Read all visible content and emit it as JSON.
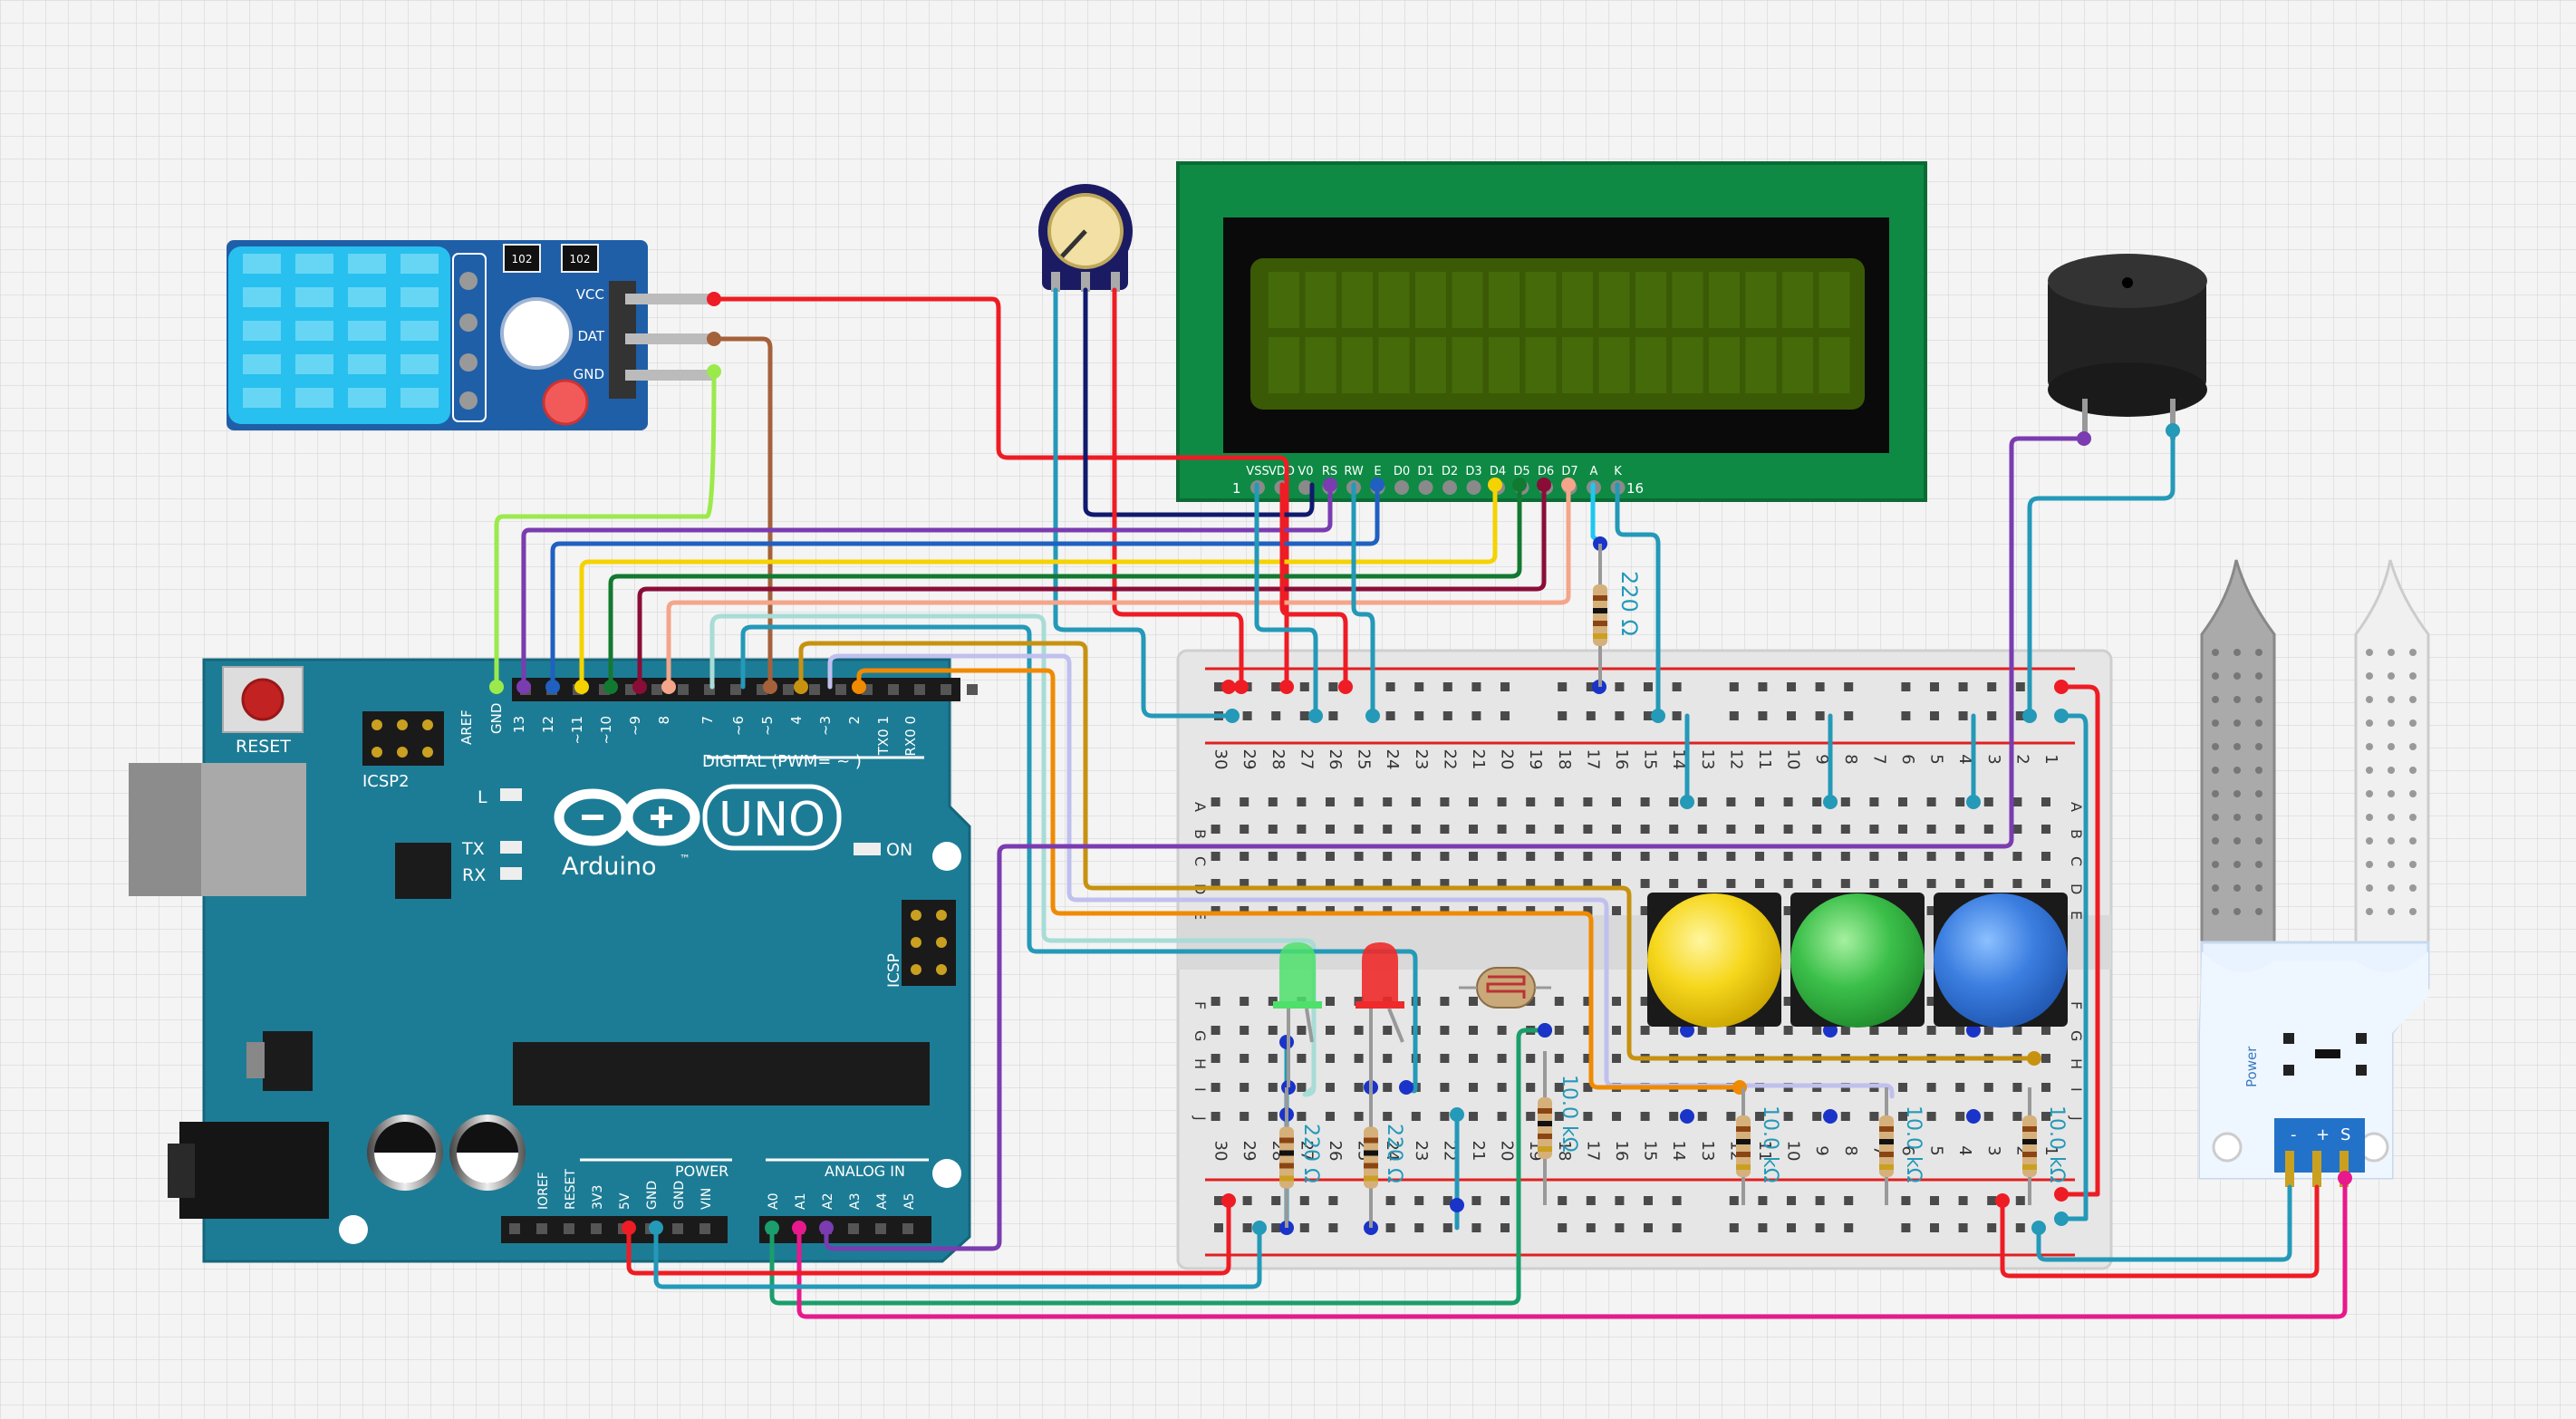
{
  "dht": {
    "pins": [
      "VCC",
      "DAT",
      "GND"
    ],
    "res1": "102",
    "res2": "102"
  },
  "lcd": {
    "pins": [
      "VSS",
      "VDD",
      "V0",
      "RS",
      "RW",
      "E",
      "D0",
      "D1",
      "D2",
      "D3",
      "D4",
      "D5",
      "D6",
      "D7",
      "A",
      "K"
    ],
    "pin_first": "1",
    "pin_last": "16"
  },
  "arduino": {
    "reset": "RESET",
    "icsp2": "ICSP2",
    "icsp": "ICSP",
    "aref": "AREF",
    "gnd": "GND",
    "digital_pins": [
      "13",
      "12",
      "~11",
      "~10",
      "~9",
      "8",
      "7",
      "~6",
      "~5",
      "4",
      "~3",
      "2",
      "TX0 1",
      "RX0 0"
    ],
    "digital_label": "DIGITAL (PWM= ~ )",
    "led_l": "L",
    "led_tx": "TX",
    "led_rx": "RX",
    "led_on": "ON",
    "brand": "Arduino",
    "tm": "™",
    "model": "UNO",
    "power_label": "POWER",
    "analog_label": "ANALOG IN",
    "power_pins": [
      "IOREF",
      "RESET",
      "3V3",
      "5V",
      "GND",
      "GND",
      "VIN"
    ],
    "analog_pins": [
      "A0",
      "A1",
      "A2",
      "A3",
      "A4",
      "A5"
    ]
  },
  "breadboard": {
    "columns": [
      "30",
      "29",
      "28",
      "27",
      "26",
      "25",
      "24",
      "23",
      "22",
      "21",
      "20",
      "19",
      "18",
      "17",
      "16",
      "15",
      "14",
      "13",
      "12",
      "11",
      "10",
      "9",
      "8",
      "7",
      "6",
      "5",
      "4",
      "3",
      "2",
      "1"
    ],
    "rows_top": [
      "A",
      "B",
      "C",
      "D",
      "E"
    ],
    "rows_bottom": [
      "F",
      "G",
      "H",
      "I",
      "J"
    ]
  },
  "resistors": {
    "lcd": "220 Ω",
    "led_green": "220 Ω",
    "led_red": "220 Ω",
    "ldr": "10.0 kΩ",
    "btn_yellow": "10.0 kΩ",
    "btn_green": "10.0 kΩ",
    "btn_blue": "10.0 kΩ"
  },
  "soil": {
    "power": "Power",
    "pins": [
      "-",
      "+",
      "S"
    ]
  },
  "colors": {
    "board": "#1d7c95",
    "lcd_pcb": "#0e8a45",
    "lcd_screen": "#3b5a06",
    "dht": "#28c0ee",
    "red": "#ee1c24",
    "teal": "#2499b8",
    "green_wire": "#1a9e6b",
    "purple": "#7a3cb0",
    "magenta": "#e8198c",
    "yellow": "#f5d300",
    "orange": "#f08a00",
    "brown": "#a5613a",
    "navy": "#101a6e",
    "lime": "#9bea4c"
  }
}
